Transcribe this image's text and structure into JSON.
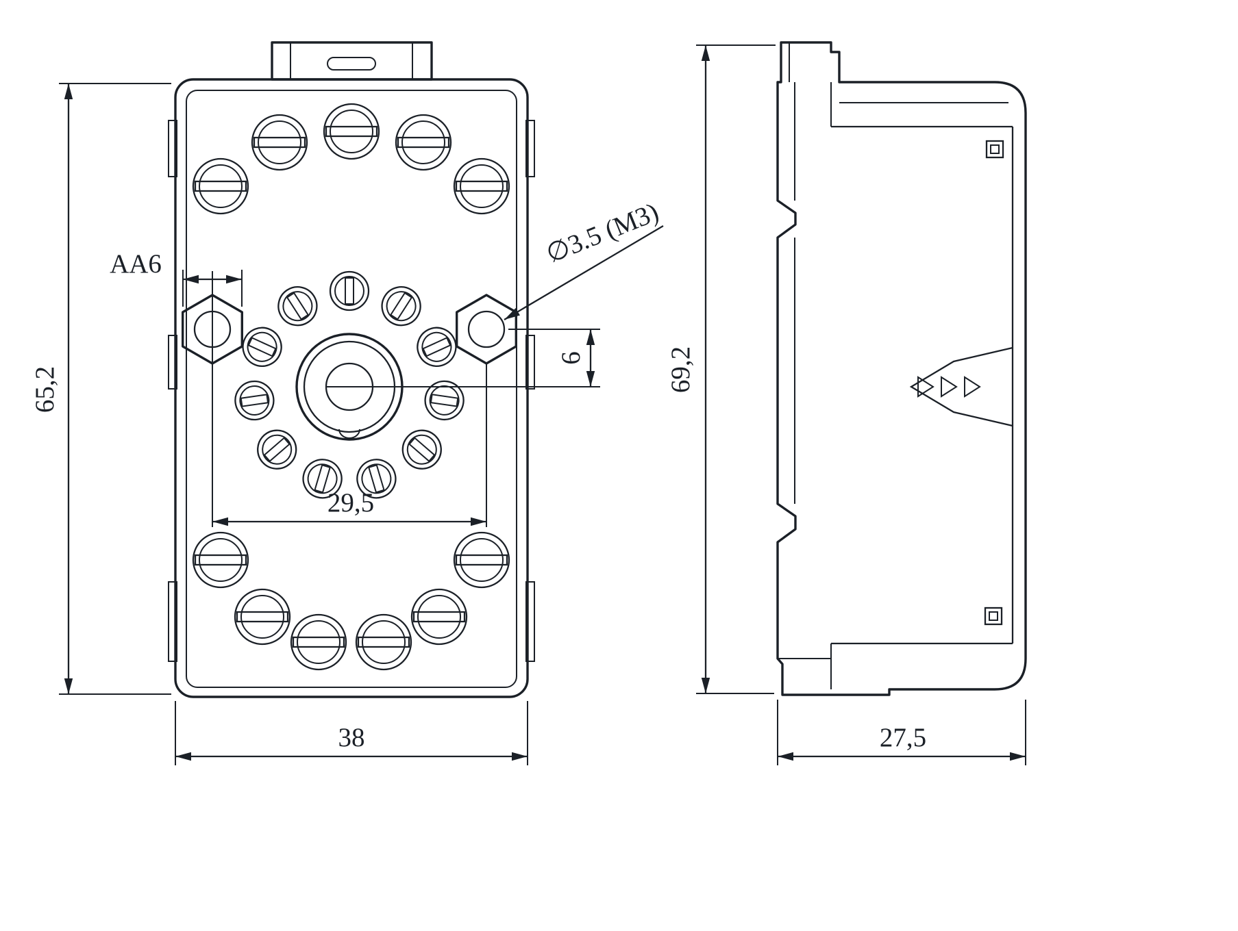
{
  "drawing": {
    "front_view": {
      "height": "65,2",
      "width": "38",
      "mounting_hole_spacing": "29,5",
      "hex_label": "AA6",
      "center_offset": "6",
      "mounting_hole_callout": "∅3.5 (M3)"
    },
    "side_view": {
      "height": "69,2",
      "depth": "27,5"
    }
  },
  "colors": {
    "line": "#1b2027",
    "background": "#ffffff"
  }
}
